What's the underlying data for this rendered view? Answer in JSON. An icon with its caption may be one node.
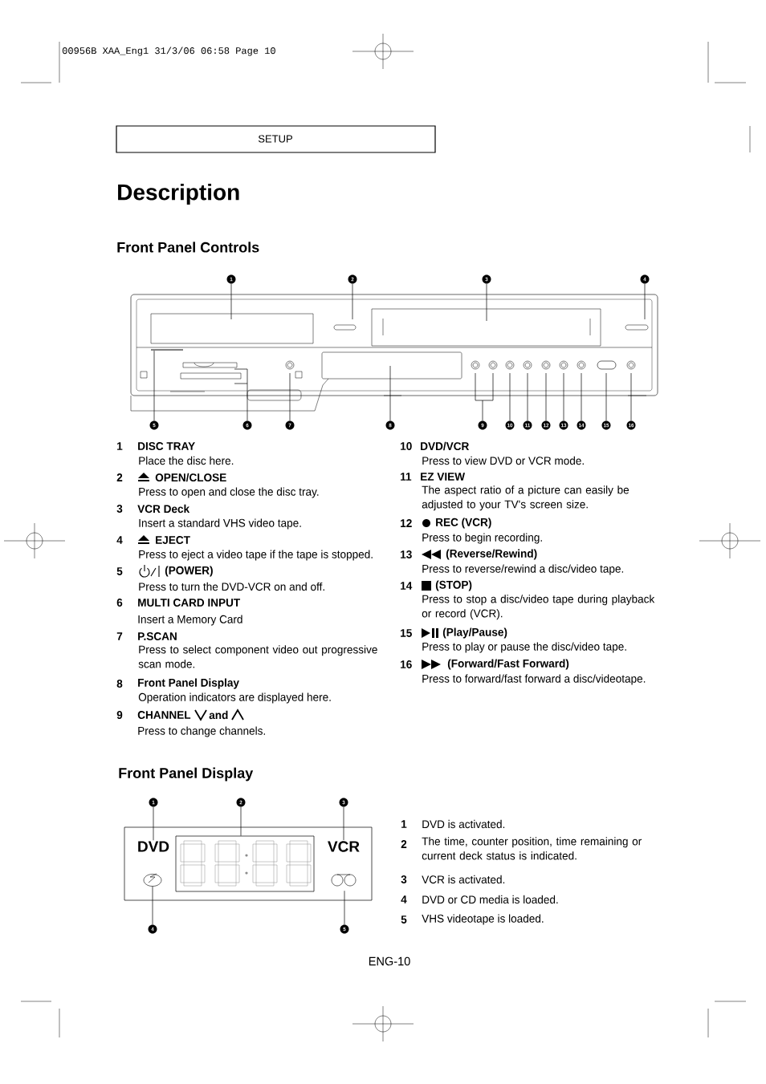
{
  "diagram": {
    "title": "Description",
    "nodes": [
      {
        "text": [
          "1"
        ]
      },
      {
        "text": [
          "2"
        ]
      },
      {
        "text": [
          "3"
        ]
      },
      {
        "text": [
          "4"
        ]
      },
      {
        "text": [
          "5"
        ]
      },
      {
        "text": [
          "6"
        ]
      },
      {
        "text": [
          "7"
        ]
      },
      {
        "text": [
          "8"
        ]
      },
      {
        "text": [
          "9"
        ]
      },
      {
        "text": [
          "10"
        ]
      },
      {
        "text": [
          "11"
        ]
      },
      {
        "text": [
          "12"
        ]
      },
      {
        "text": [
          "13"
        ]
      },
      {
        "text": [
          "14"
        ]
      },
      {
        "text": [
          "15"
        ]
      },
      {
        "text": [
          "16"
        ]
      },
      {
        "text": [
          "1"
        ]
      },
      {
        "text": [
          "2"
        ]
      },
      {
        "text": [
          "3"
        ]
      },
      {
        "text": [
          "4"
        ]
      },
      {
        "text": [
          "5"
        ]
      },
      {
        "text": [],
        "shape": "box"
      },
      {
        "text": [
          "DVD"
        ],
        "in": 21
      },
      {
        "text": [
          "VCR"
        ],
        "in": 21
      },
      {
        "text": [],
        "shape": "box",
        "in": 21
      },
      {
        "text": [],
        "shape": "circle",
        "in": 21
      },
      {
        "text": [],
        "shape": "picture",
        "in": 21
      }
    ],
    "edges": [
      {
        "from": 0,
        "to": null,
        "arrow": "none"
      },
      {
        "from": 1,
        "to": null,
        "arrow": "none"
      },
      {
        "from": 2,
        "to": null,
        "arrow": "none"
      },
      {
        "from": 3,
        "to": null,
        "arrow": "none"
      },
      {
        "from": 4,
        "to": null,
        "arrow": "none"
      },
      {
        "from": 5,
        "to": null,
        "arrow": "none"
      },
      {
        "from": 6,
        "to": null,
        "arrow": "none"
      },
      {
        "from": 7,
        "to": null,
        "arrow": "none"
      },
      {
        "from": 8,
        "to": null,
        "arrow": "none"
      },
      {
        "from": 9,
        "to": null,
        "arrow": "none"
      },
      {
        "from": 10,
        "to": null,
        "arrow": "none"
      },
      {
        "from": 11,
        "to": null,
        "arrow": "none"
      },
      {
        "from": 12,
        "to": null,
        "arrow": "none"
      },
      {
        "from": 13,
        "to": null,
        "arrow": "none"
      },
      {
        "from": 14,
        "to": null,
        "arrow": "none"
      },
      {
        "from": 15,
        "to": null,
        "arrow": "none"
      },
      {
        "from": 16,
        "to": 22,
        "arrow": "none"
      },
      {
        "from": 17,
        "to": 24,
        "arrow": "none"
      },
      {
        "from": 18,
        "to": 23,
        "arrow": "none"
      },
      {
        "from": 19,
        "to": 25,
        "arrow": "none"
      },
      {
        "from": 20,
        "to": 26,
        "arrow": "none"
      }
    ],
    "labels": [
      "00956B XAA_Eng1 31/3/06 06:58 Page 10",
      "SETUP",
      "Front Panel Controls",
      "1",
      "DISC TRAY",
      "Place the disc here.",
      "2",
      "OPEN/CLOSE",
      "Press to open and close the disc tray.",
      "3",
      "VCR Deck",
      "Insert a standard VHS video tape.",
      "4",
      "EJECT",
      "Press to eject a video tape if the tape is stopped.",
      "5",
      "(POWER)",
      "Press to turn the DVD-VCR on and off.",
      "6",
      "MULTI CARD INPUT",
      "Insert a Memory Card",
      "7",
      "P.SCAN",
      "Press to select component video out progressive scan mode.",
      "8",
      "Front Panel Display",
      "Operation indicators are displayed here.",
      "9",
      "CHANNEL",
      "and",
      "Press to change channels.",
      "10",
      "DVD/VCR",
      "Press to view DVD or VCR mode.",
      "11",
      "EZ VIEW",
      "The aspect ratio of a picture can easily be adjusted to your TV's screen size.",
      "12",
      "REC (VCR)",
      "Press to begin recording.",
      "13",
      "(Reverse/Rewind)",
      "Press to reverse/rewind a disc/video tape.",
      "14",
      "(STOP)",
      "Press to stop a disc/video tape during playback or record (VCR).",
      "15",
      "(Play/Pause)",
      "Press to play or pause the disc/video tape.",
      "16",
      "(Forward/Fast Forward)",
      "Press to forward/fast forward a disc/videotape.",
      "Front Panel Display",
      "1",
      "DVD is activated.",
      "2",
      "The time, counter position, time remaining or current deck status is indicated.",
      "3",
      "VCR is activated.",
      "4",
      "DVD or CD media is loaded.",
      "5",
      "VHS videotape is loaded.",
      "ENG-10"
    ]
  }
}
